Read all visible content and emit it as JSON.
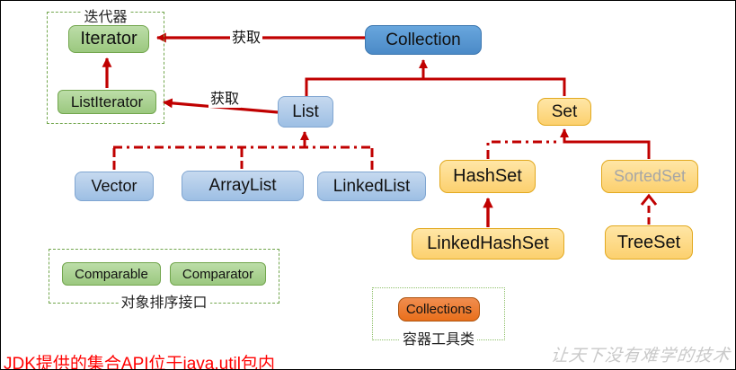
{
  "colors": {
    "arrow": "#c00000",
    "green_border": "#72a64d",
    "yellow_border": "#e2a91f",
    "sorted_set_text": "#a6a6a6",
    "note_red": "#ff0000",
    "watermark_gray": "#c9c9c9"
  },
  "diagram": {
    "iterator_group": {
      "label": "迭代器",
      "nodes": {
        "iterator": "Iterator",
        "list_iterator": "ListIterator"
      }
    },
    "hierarchy": {
      "collection": "Collection",
      "list": "List",
      "set": "Set",
      "vector": "Vector",
      "array_list": "ArrayList",
      "linked_list": "LinkedList",
      "hash_set": "HashSet",
      "sorted_set": "SortedSet",
      "linked_hash_set": "LinkedHashSet",
      "tree_set": "TreeSet"
    },
    "edge_labels": {
      "collection_get": "获取",
      "list_get": "获取"
    },
    "sorting_group": {
      "label": "对象排序接口",
      "nodes": {
        "comparable": "Comparable",
        "comparator": "Comparator"
      }
    },
    "utility_group": {
      "label": "容器工具类",
      "nodes": {
        "collections": "Collections"
      }
    },
    "footer_note": "JDK提供的集合API位于java.util包内",
    "watermark": "让天下没有难学的技术"
  }
}
